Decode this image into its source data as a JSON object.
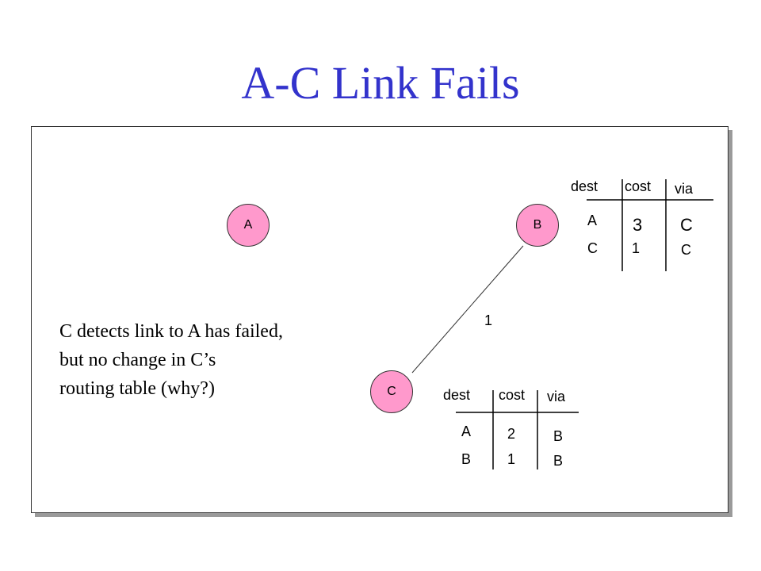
{
  "title": "A-C Link Fails",
  "nodes": {
    "a": "A",
    "b": "B",
    "c": "C"
  },
  "link_cost": "1",
  "table_b": {
    "headers": {
      "dest": "dest",
      "cost": "cost",
      "via": "via"
    },
    "rows": [
      {
        "dest": "A",
        "cost": "3",
        "via": "C"
      },
      {
        "dest": "C",
        "cost": "1",
        "via": "C"
      }
    ]
  },
  "table_c": {
    "headers": {
      "dest": "dest",
      "cost": "cost",
      "via": "via"
    },
    "rows": [
      {
        "dest": "A",
        "cost": "2",
        "via": "B"
      },
      {
        "dest": "B",
        "cost": "1",
        "via": "B"
      }
    ]
  },
  "note": [
    "C detects link to A has failed,",
    "but no change in C’s",
    "routing table (why?)"
  ]
}
